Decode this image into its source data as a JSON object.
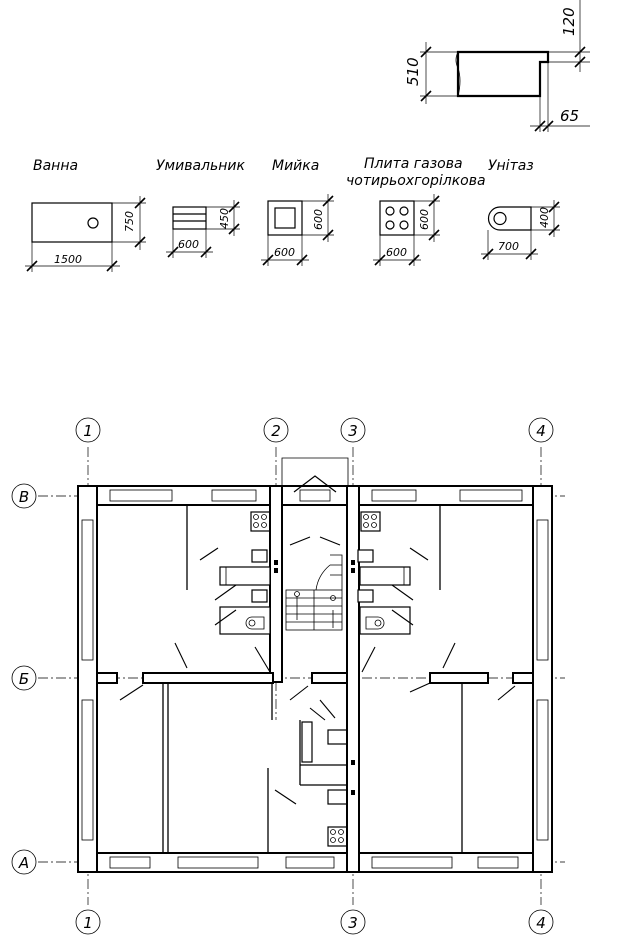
{
  "wall_detail": {
    "dim_510": "510",
    "dim_120": "120",
    "dim_65": "65"
  },
  "fixtures": {
    "bath": {
      "label": "Ванна",
      "width": "1500",
      "depth": "750"
    },
    "washbasin": {
      "label": "Умивальник",
      "width": "600",
      "depth": "450"
    },
    "sink": {
      "label": "Мийка",
      "width": "600",
      "depth": "600"
    },
    "stove": {
      "label_line1": "Плита газова",
      "label_line2": "чотирьохгорілкова",
      "width": "600",
      "depth": "600"
    },
    "toilet": {
      "label": "Унітаз",
      "width": "700",
      "depth": "400"
    }
  },
  "axes": {
    "top": [
      "1",
      "2",
      "3",
      "4"
    ],
    "bottom": [
      "1",
      "3",
      "4"
    ],
    "left": [
      "В",
      "Б",
      "А"
    ]
  }
}
